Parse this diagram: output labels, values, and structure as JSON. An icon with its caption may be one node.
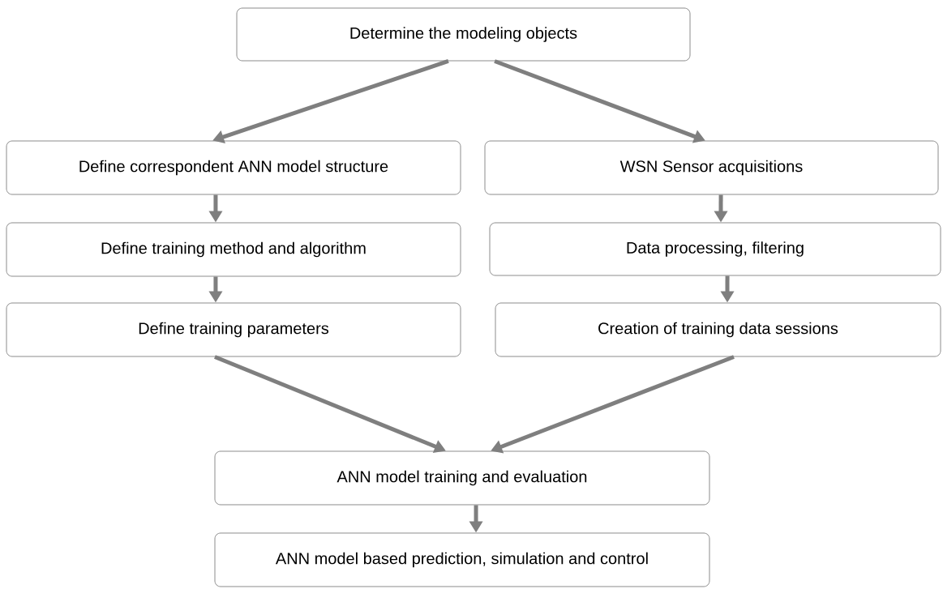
{
  "diagram": {
    "nodes": [
      {
        "text": [
          "Determine the modeling objects"
        ]
      },
      {
        "text": [
          "Define correspondent ANN model structure"
        ]
      },
      {
        "text": [
          "WSN Sensor acquisitions"
        ]
      },
      {
        "text": [
          "Define training method and algorithm"
        ]
      },
      {
        "text": [
          "Data processing, filtering"
        ]
      },
      {
        "text": [
          "Define training parameters"
        ]
      },
      {
        "text": [
          "Creation of training data sessions"
        ]
      },
      {
        "text": [
          "ANN model training and evaluation"
        ]
      },
      {
        "text": [
          "ANN model based prediction, simulation and control"
        ]
      }
    ],
    "edges": [
      {
        "from": 0,
        "to": 1,
        "arrow": "to"
      },
      {
        "from": 0,
        "to": 2,
        "arrow": "to"
      },
      {
        "from": 1,
        "to": 3,
        "arrow": "to"
      },
      {
        "from": 3,
        "to": 5,
        "arrow": "to"
      },
      {
        "from": 2,
        "to": 4,
        "arrow": "to"
      },
      {
        "from": 4,
        "to": 6,
        "arrow": "to"
      },
      {
        "from": 5,
        "to": 7,
        "arrow": "to"
      },
      {
        "from": 6,
        "to": 7,
        "arrow": "to"
      },
      {
        "from": 7,
        "to": 8,
        "arrow": "to"
      }
    ]
  }
}
